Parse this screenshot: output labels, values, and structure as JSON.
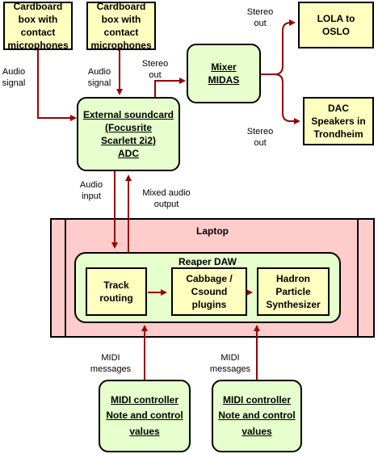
{
  "nodes": {
    "cardboard_box_1": [
      "Cardboard",
      "box with",
      "contact",
      "microphones"
    ],
    "cardboard_box_2": [
      "Cardboard",
      "box with",
      "contact",
      "microphones"
    ],
    "soundcard": [
      "External soundcard",
      "(Focusrite",
      "Scarlett 2i2)",
      "ADC"
    ],
    "mixer": [
      "Mixer",
      "MIDAS"
    ],
    "lola": [
      "LOLA to",
      "OSLO"
    ],
    "dac": [
      "DAC",
      "Speakers in",
      "Trondheim"
    ],
    "laptop": "Laptop",
    "reaper": "Reaper DAW",
    "track_routing": [
      "Track",
      "routing"
    ],
    "cabbage": [
      "Cabbage /",
      "Csound",
      "plugins"
    ],
    "hadron": [
      "Hadron",
      "Particle",
      "Synthesizer"
    ],
    "midi_controller_1": [
      "MIDI controller",
      "Note and control",
      "values"
    ],
    "midi_controller_2": [
      "MIDI controller",
      "Note and control",
      "values"
    ]
  },
  "edge_labels": {
    "audio_signal_1": [
      "Audio",
      "signal"
    ],
    "audio_signal_2": [
      "Audio",
      "signal"
    ],
    "stereo_out_soundcard": [
      "Stereo",
      "out"
    ],
    "stereo_out_lola": [
      "Stereo",
      "out"
    ],
    "stereo_out_dac": [
      "Stereo",
      "out"
    ],
    "audio_input": [
      "Audio",
      "input"
    ],
    "mixed_audio_output": [
      "Mixed audio",
      "output"
    ],
    "midi_messages_1": [
      "MIDI",
      "messages"
    ],
    "midi_messages_2": [
      "MIDI",
      "messages"
    ]
  },
  "colors": {
    "arrow": "#990000",
    "yellow_fill": "#ffffc0",
    "green_fill": "#e6ffcc",
    "pink_fill": "#ffcccc",
    "border": "#000000"
  }
}
